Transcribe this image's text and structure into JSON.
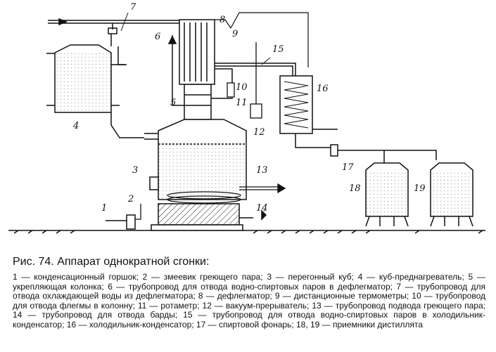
{
  "figure": {
    "title": "Рис. 74. Аппарат однократной сгонки:",
    "legend_text": "1 — конденсационный горшок; 2 — змеевик греющего пара; 3 — перегонный куб; 4 — куб-преднагреватель; 5 — укрепляющая колонка; 6 — трубопровод для отвода водно-спиртовых паров в дефлегматор; 7 — трубопровод для отвода охлаждающей воды из дефлегматора; 8 — дефлегматор; 9 — дистанционные термометры; 10 — трубопровод для отвода флегмы в колонну; 11 — ротаметр; 12 — вакуум-прерыватель; 13 — трубопровод подвода греющего пара; 14 — трубопровод для отвода барды; 15 — трубопровод для отвода водно-спиртовых паров в холодильник-конденсатор; 16 — холодильник-конденсатор; 17 — спиртовой фонарь; 18, 19 — приемники дистиллята"
  },
  "callouts": {
    "n1": "1",
    "n2": "2",
    "n3": "3",
    "n4": "4",
    "n5": "5",
    "n6": "6",
    "n7": "7",
    "n8": "8",
    "n9": "9",
    "n10": "10",
    "n11": "11",
    "n12": "12",
    "n13": "13",
    "n14": "14",
    "n15": "15",
    "n16": "16",
    "n17": "17",
    "n18": "18",
    "n19": "19"
  }
}
